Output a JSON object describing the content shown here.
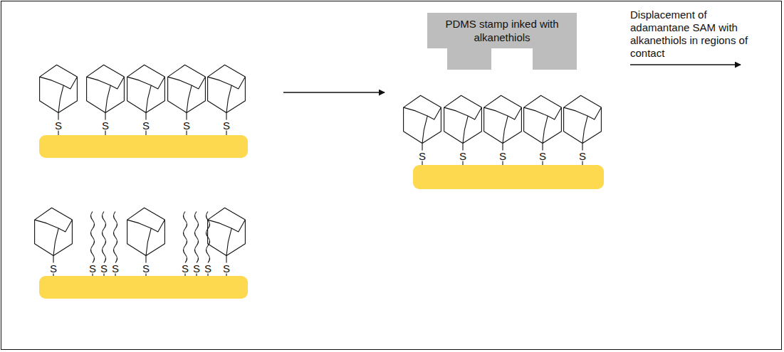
{
  "diagram": {
    "nodes": [
      {
        "text": [
          "PDMS stamp inked with alkanethiols"
        ]
      }
    ],
    "labels": [
      "Displacement of adamantane SAM with alkanethiols in regions of contact",
      "S",
      "S",
      "S",
      "S",
      "S",
      "S",
      "S",
      "S",
      "S",
      "S",
      "S",
      "S",
      "S",
      "S",
      "S",
      "S",
      "S",
      "S",
      "S"
    ]
  }
}
